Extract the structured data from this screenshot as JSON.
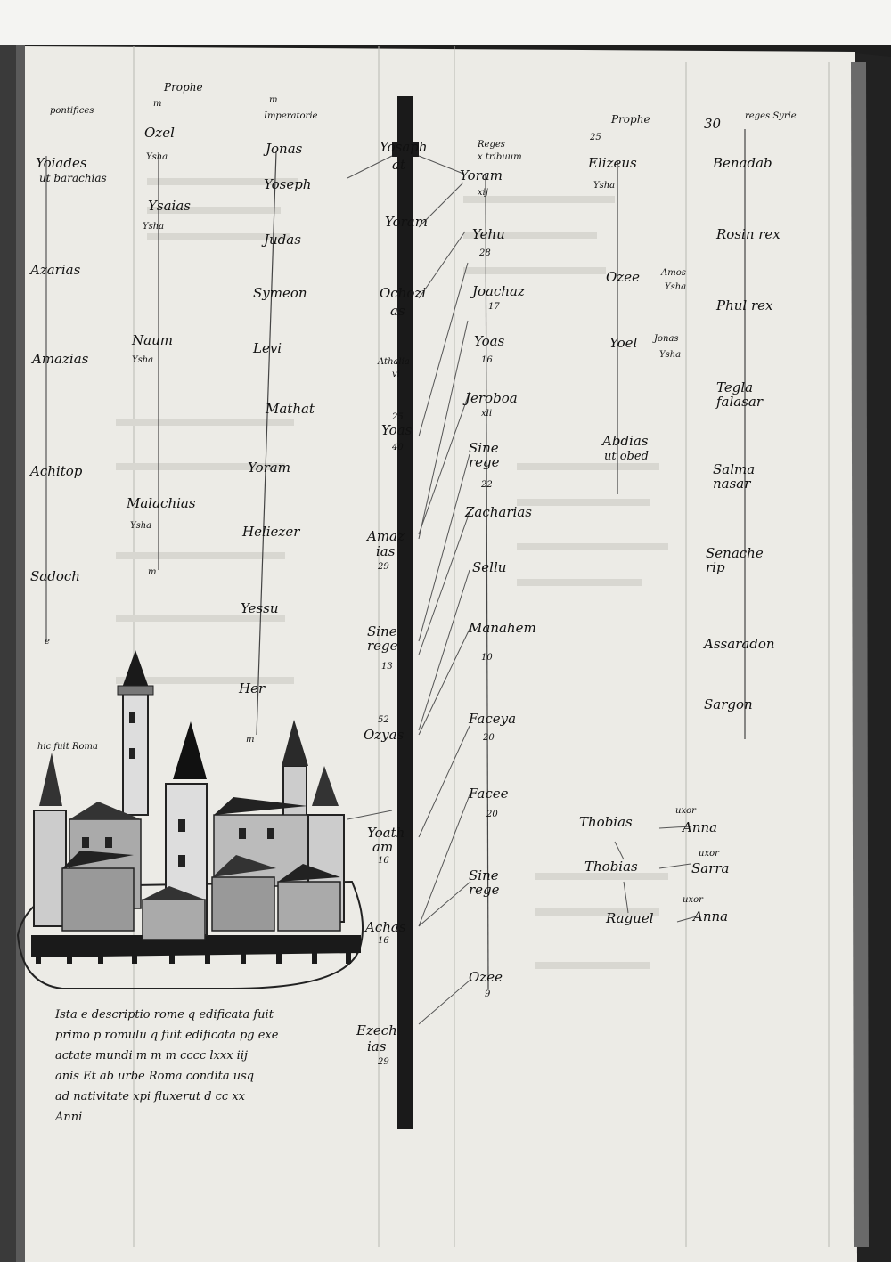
{
  "columns": {
    "pontifices": {
      "header": "pontifices",
      "names": [
        "Yoiades",
        "ut barachias",
        "Azarias",
        "Amazias",
        "Achitop",
        "Sadoch"
      ],
      "end_mark": "e"
    },
    "prophete1": {
      "header": "Prophe",
      "header_num": "m",
      "entries": [
        {
          "name": "Ozel",
          "sub": "Ysha"
        },
        {
          "name": "Ysaias",
          "sub": "Ysha"
        },
        {
          "name": "Naum",
          "sub": "Ysha"
        },
        {
          "name": "Malachias",
          "sub": "Ysha"
        }
      ],
      "end_mark": "m"
    },
    "imperatores": {
      "header": "Imperatorie",
      "header_num": "m",
      "names": [
        "Jonas",
        "Yoseph",
        "Judas",
        "Symeon",
        "Levi",
        "Mathat",
        "Yoram",
        "Heliezer",
        "Yessu",
        "Her"
      ],
      "end_mark": "m"
    },
    "reges_juda": {
      "names": [
        "Yosaph",
        "at",
        "Yoram",
        "Ochozi",
        "as",
        "Athalia",
        "Yoas",
        "Amaz",
        "ias",
        "Ozyas",
        "Yoath",
        "am",
        "Achas",
        "Ezech",
        "ias"
      ],
      "numbers": [
        "vi",
        "25",
        "40",
        "29",
        "13",
        "52",
        "16",
        "16",
        "29"
      ],
      "mixed_rege": "Sine rege"
    },
    "reges_israel": {
      "header_a": "Reges",
      "header_b": "x tribuum",
      "names": [
        "Yoram",
        "Yehu",
        "Joachaz",
        "Yoas",
        "Jeroboa",
        "Sine rege",
        "Zacharias",
        "Sellu",
        "Manahem",
        "Faceya",
        "Facee",
        "Sine rege",
        "Ozee"
      ],
      "numbers": [
        "xij",
        "28",
        "17",
        "16",
        "xli",
        "22",
        "10",
        "20",
        "20",
        "9"
      ]
    },
    "prophete2": {
      "header": "Prophe",
      "header_num": "25",
      "entries": [
        {
          "name": "Elizeus",
          "sub": "Ysha"
        },
        {
          "name": "Ozee",
          "sub": ""
        },
        {
          "name": "Amos",
          "sub": "Ysha"
        },
        {
          "name": "Yoel",
          "sub": ""
        },
        {
          "name": "Jonas",
          "sub": "Ysha"
        },
        {
          "name": "Abdias",
          "sub": "ut obed"
        }
      ],
      "genealogy": {
        "names": [
          "Thobias",
          "Thobias",
          "Raguel"
        ],
        "wives": [
          "Anna",
          "Sarra",
          "Anna"
        ],
        "wife_label": "uxor"
      }
    },
    "reges_syrie": {
      "header_num": "30",
      "header": "reges Syrie",
      "names": [
        "Benadab",
        "Rosin rex",
        "Phul rex",
        "Tegla falasar",
        "Salma nasar",
        "Senache rip",
        "Assaradon",
        "Sargon"
      ]
    }
  },
  "illustration": {
    "label": "hic fuit Roma"
  },
  "caption": {
    "lines": [
      "Ista e descriptio rome q edificata fuit",
      "primo p romulu q fuit edificata pg exe",
      "actate mundi m m m cccc lxxx iij",
      "anis Et ab urbe Roma condita usq",
      "ad nativitate xpi fluxerut d cc xx",
      "Anni"
    ]
  },
  "colors": {
    "parchment": "#ecebe6",
    "ink": "#111111",
    "shadow": "#1a1a1a"
  }
}
